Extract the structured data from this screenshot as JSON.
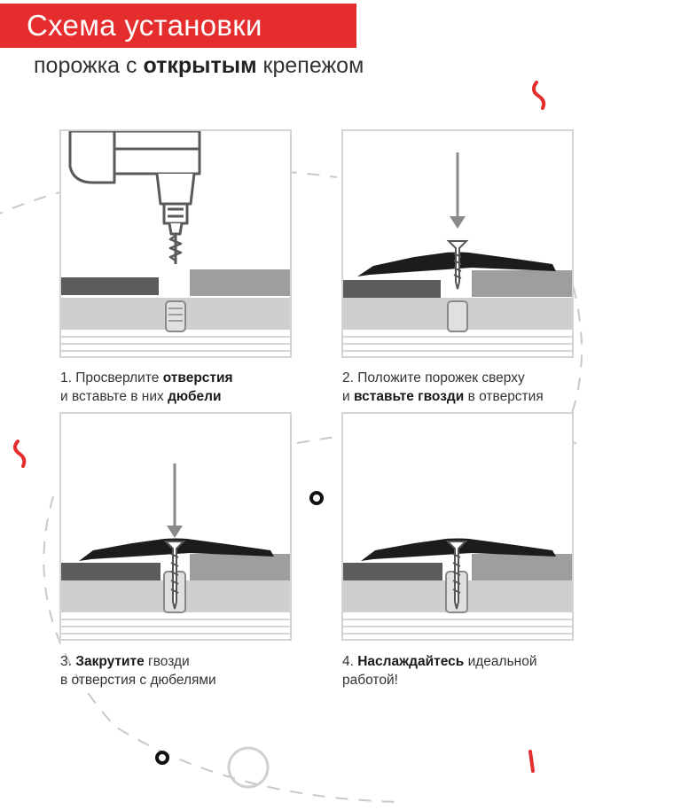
{
  "header": {
    "title": "Схема установки",
    "subtitle_pre": "порожка с ",
    "subtitle_bold": "открытым",
    "subtitle_post": " крепежом"
  },
  "steps": [
    {
      "line1_pre": "1. Просверлите ",
      "line1_bold": "отверстия",
      "line1_post": "",
      "line2_pre": "и вставьте в них ",
      "line2_bold": "дюбели",
      "line2_post": ""
    },
    {
      "line1_pre": "2. Положите порожек сверху",
      "line1_bold": "",
      "line1_post": "",
      "line2_pre": "и ",
      "line2_bold": "вставьте гвозди",
      "line2_post": " в отверстия"
    },
    {
      "line1_pre": "3. ",
      "line1_bold": "Закрутите",
      "line1_post": " гвозди",
      "line2_pre": "в отверстия с дюбелями",
      "line2_bold": "",
      "line2_post": ""
    },
    {
      "line1_pre": "4. ",
      "line1_bold": "Наслаждайтесь",
      "line1_post": " идеальной",
      "line2_pre": "работой!",
      "line2_bold": "",
      "line2_post": ""
    }
  ],
  "colors": {
    "accent": "#e52d2d",
    "floor_dark": "#5c5c5c",
    "floor_light": "#9e9e9e",
    "subfloor": "#cfcfcf",
    "threshold": "#1c1c1c",
    "arrow": "#8a8a8a"
  },
  "icons": [
    "drill-icon",
    "arrow-down-icon",
    "screw-icon",
    "dowel-icon"
  ]
}
